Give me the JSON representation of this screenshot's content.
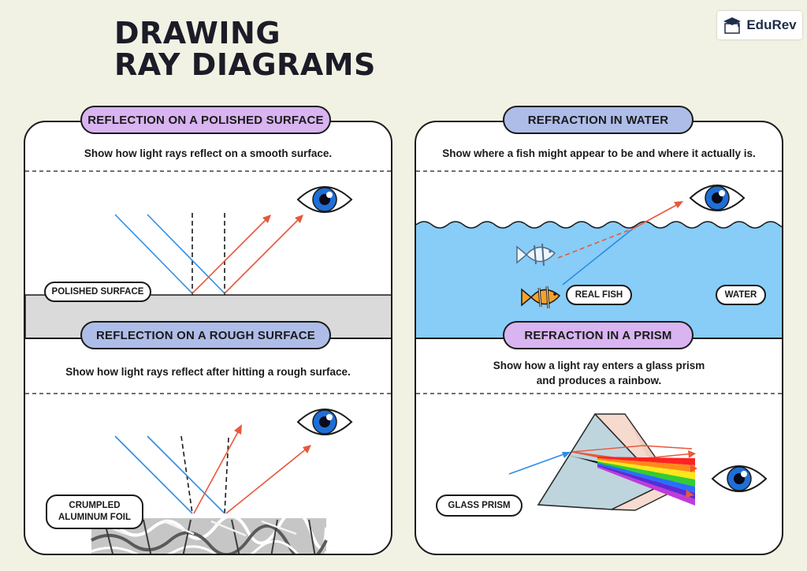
{
  "page": {
    "title_line1": "DRAWING",
    "title_line2": "RAY DIAGRAMS"
  },
  "brand": {
    "name": "EduRev",
    "icon": "graduation-cap-icon"
  },
  "colors": {
    "incident_ray": "#2f8be6",
    "reflected_ray": "#e8583a",
    "water": "#87cdf7",
    "eye_iris": "#1f6fd6",
    "pill_purple": "#d8b4f0",
    "pill_blue": "#aebde8"
  },
  "sections": {
    "polished": {
      "title": "REFLECTION ON A POLISHED SURFACE",
      "description": "Show how light rays reflect on a smooth surface.",
      "surface_label": "POLISHED SURFACE"
    },
    "rough": {
      "title": "REFLECTION ON A ROUGH SURFACE",
      "description": "Show how light rays reflect after hitting a rough surface.",
      "surface_label_line1": "CRUMPLED",
      "surface_label_line2": "ALUMINUM FOIL"
    },
    "water": {
      "title": "REFRACTION IN WATER",
      "description": "Show where a fish might appear to be and where it actually is.",
      "real_fish_label": "REAL FISH",
      "water_label": "WATER"
    },
    "prism": {
      "title": "REFRACTION IN A PRISM",
      "description_line1": "Show how a light ray enters a glass prism",
      "description_line2": "and produces a rainbow.",
      "prism_label": "GLASS PRISM"
    }
  }
}
